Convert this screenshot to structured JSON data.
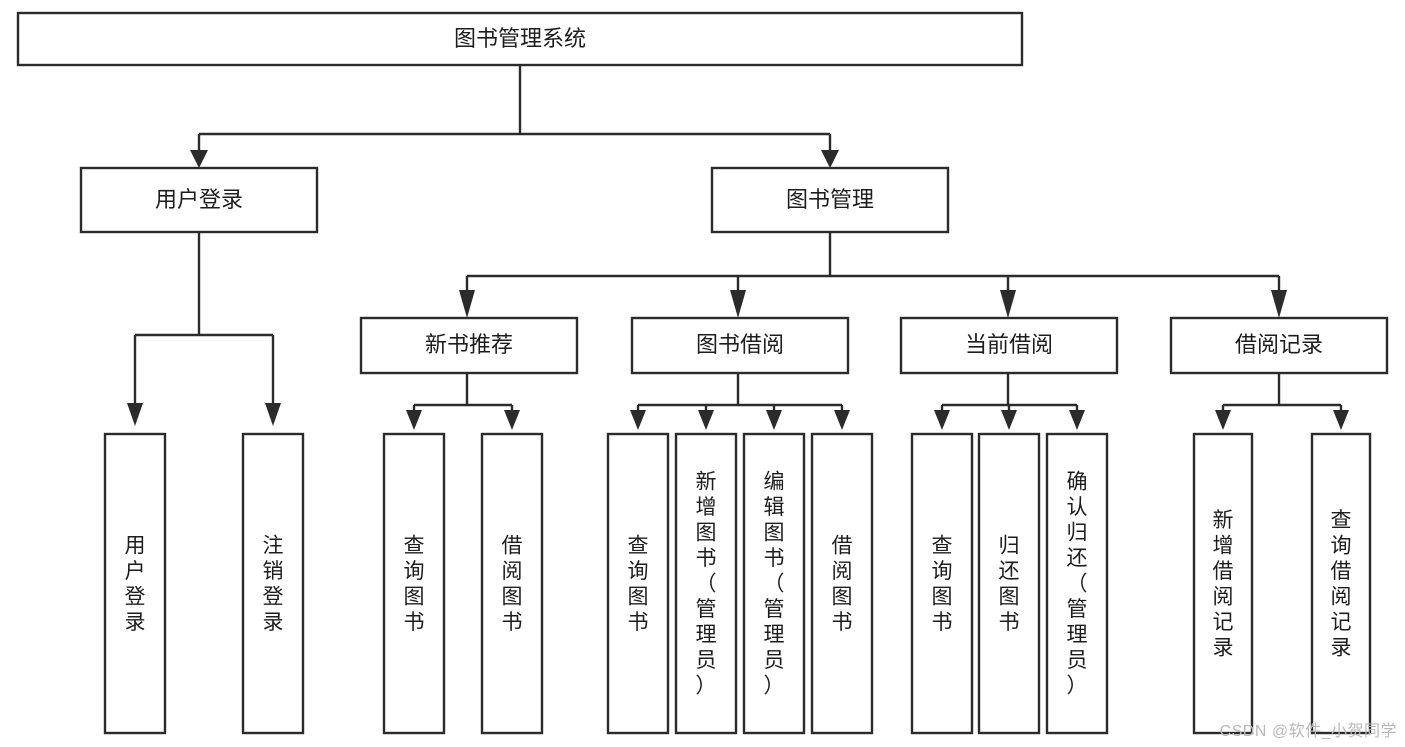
{
  "diagram": {
    "type": "tree",
    "title": "图书管理系统",
    "orientation": "top-down",
    "watermark": "CSDN @软件_小贺同学",
    "colors": {
      "stroke": "#2b2b2b",
      "fill": "#ffffff",
      "text": "#1d1d1d",
      "watermark": "#b9b9b9"
    },
    "levels": {
      "root": {
        "label": "图书管理系统"
      },
      "level2": [
        {
          "id": "user-login",
          "label": "用户登录"
        },
        {
          "id": "book-management",
          "label": "图书管理"
        }
      ],
      "level3": [
        {
          "id": "new-book-recommend",
          "label": "新书推荐",
          "parent": "book-management"
        },
        {
          "id": "book-borrow",
          "label": "图书借阅",
          "parent": "book-management"
        },
        {
          "id": "current-borrow",
          "label": "当前借阅",
          "parent": "book-management"
        },
        {
          "id": "borrow-record",
          "label": "借阅记录",
          "parent": "book-management"
        }
      ],
      "leaves": [
        {
          "id": "leaf-user-login",
          "label": "用户登录",
          "parent": "user-login"
        },
        {
          "id": "leaf-logout-login",
          "label": "注销登录",
          "parent": "user-login"
        },
        {
          "id": "leaf-query-book-1",
          "label": "查询图书",
          "parent": "new-book-recommend"
        },
        {
          "id": "leaf-borrow-book-1",
          "label": "借阅图书",
          "parent": "new-book-recommend"
        },
        {
          "id": "leaf-query-book-2",
          "label": "查询图书",
          "parent": "book-borrow"
        },
        {
          "id": "leaf-add-book",
          "label": "新增图书（管理员）",
          "parent": "book-borrow"
        },
        {
          "id": "leaf-edit-book",
          "label": "编辑图书（管理员）",
          "parent": "book-borrow"
        },
        {
          "id": "leaf-borrow-book-2",
          "label": "借阅图书",
          "parent": "book-borrow"
        },
        {
          "id": "leaf-query-book-3",
          "label": "查询图书",
          "parent": "current-borrow"
        },
        {
          "id": "leaf-return-book",
          "label": "归还图书",
          "parent": "current-borrow"
        },
        {
          "id": "leaf-confirm-return",
          "label": "确认归还（管理员）",
          "parent": "current-borrow"
        },
        {
          "id": "leaf-add-record",
          "label": "新增借阅记录",
          "parent": "borrow-record"
        },
        {
          "id": "leaf-query-record",
          "label": "查询借阅记录",
          "parent": "borrow-record"
        }
      ]
    }
  }
}
